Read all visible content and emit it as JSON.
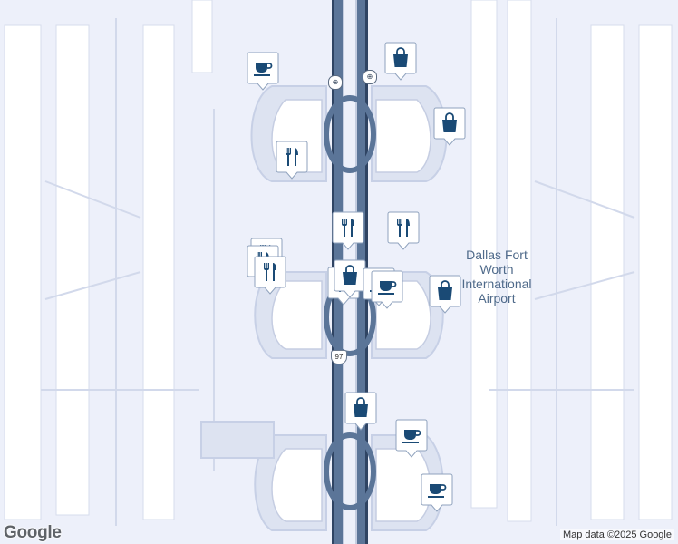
{
  "map": {
    "airport_label": [
      "Dallas Fort",
      "Worth",
      "International",
      "Airport"
    ],
    "route_number": "97",
    "colors": {
      "background": "#edf0fa",
      "apron": "#dde3f1",
      "highway": "#5b7598",
      "highway_edge": "#2f4463",
      "pin": "#1a4a75"
    },
    "markers": [
      {
        "name": "coffee-marker-1",
        "icon": "coffee-icon"
      },
      {
        "name": "shopping-marker-1",
        "icon": "shopping-bag-icon"
      },
      {
        "name": "shopping-marker-2",
        "icon": "shopping-bag-icon"
      },
      {
        "name": "restaurant-marker-1",
        "icon": "fork-knife-icon"
      },
      {
        "name": "restaurant-marker-2",
        "icon": "fork-knife-icon"
      },
      {
        "name": "restaurant-marker-3",
        "icon": "fork-knife-icon"
      },
      {
        "name": "restaurant-marker-4",
        "icon": "fork-knife-icon"
      },
      {
        "name": "restaurant-marker-5",
        "icon": "fork-knife-icon"
      },
      {
        "name": "restaurant-marker-6",
        "icon": "fork-knife-icon"
      },
      {
        "name": "restaurant-marker-7",
        "icon": "fork-knife-icon"
      },
      {
        "name": "shopping-marker-3",
        "icon": "shopping-bag-icon"
      },
      {
        "name": "coffee-marker-2",
        "icon": "coffee-icon"
      },
      {
        "name": "coffee-marker-3",
        "icon": "coffee-icon"
      },
      {
        "name": "shopping-marker-4",
        "icon": "shopping-bag-icon"
      },
      {
        "name": "shopping-marker-5",
        "icon": "shopping-bag-icon"
      },
      {
        "name": "coffee-marker-4",
        "icon": "coffee-icon"
      },
      {
        "name": "coffee-marker-5",
        "icon": "coffee-icon"
      }
    ]
  },
  "footer": {
    "logo": "Google",
    "attribution": "Map data ©2025 Google"
  }
}
